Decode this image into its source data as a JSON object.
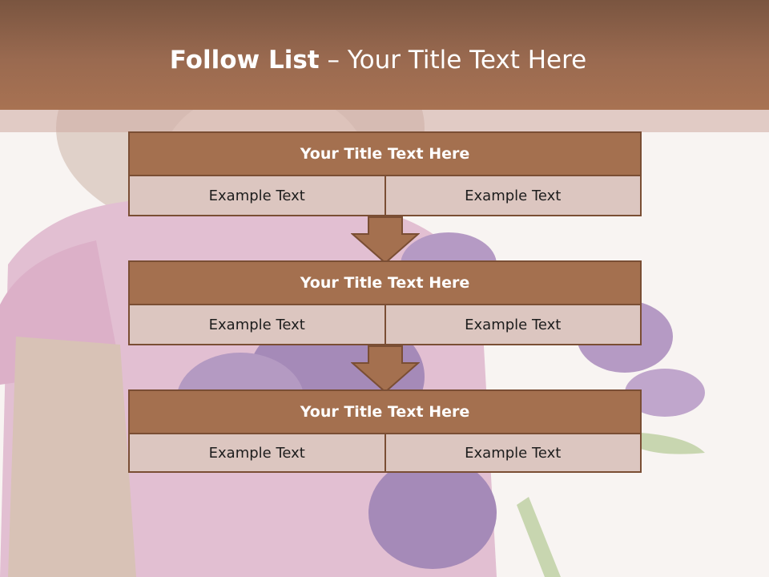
{
  "slide": {
    "title_bold": "Follow List",
    "title_rest": "– Your Title Text Here"
  },
  "blocks": [
    {
      "title": "Your Title Text Here",
      "left": "Example Text",
      "right": "Example Text"
    },
    {
      "title": "Your Title Text Here",
      "left": "Example Text",
      "right": "Example Text"
    },
    {
      "title": "Your Title Text Here",
      "left": "Example Text",
      "right": "Example Text"
    }
  ],
  "colors": {
    "header": "#9a6a50",
    "block_title": "#a4704f",
    "cell": "#dcc6c0",
    "border": "#7a4e34",
    "arrow": "#a4704f"
  }
}
